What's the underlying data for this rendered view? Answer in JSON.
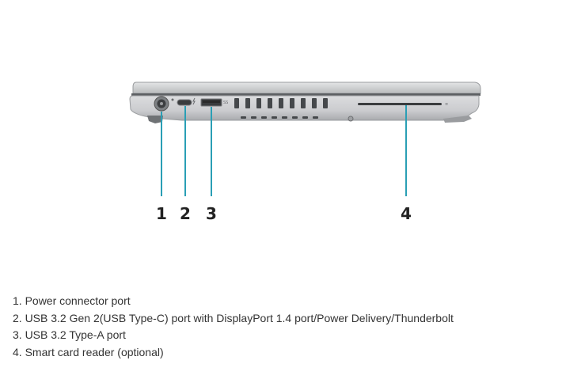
{
  "callouts": [
    {
      "number": "1"
    },
    {
      "number": "2"
    },
    {
      "number": "3"
    },
    {
      "number": "4"
    }
  ],
  "legend": [
    "1. Power connector port",
    "2. USB 3.2 Gen 2(USB Type-C) port with DisplayPort 1.4 port/Power Delivery/Thunderbolt",
    "3. USB 3.2 Type-A port",
    "4. Smart card reader (optional)"
  ],
  "colors": {
    "callout_line": "#2a9fb5",
    "chassis": "#cfd0d2",
    "chassis_dark": "#8d8f92",
    "text": "#333333"
  }
}
